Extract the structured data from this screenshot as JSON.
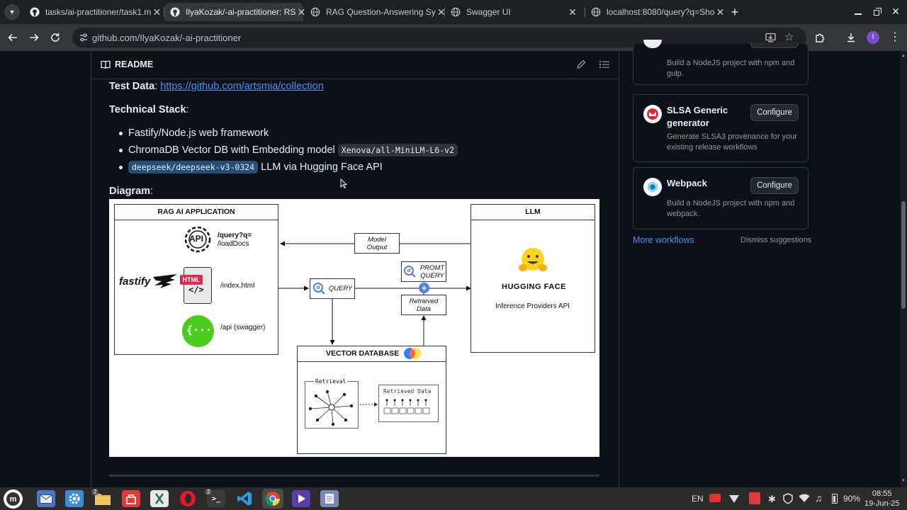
{
  "browser": {
    "tabs": [
      {
        "title": "tasks/ai-practitioner/task1.m",
        "active": false
      },
      {
        "title": "IlyaKozak/-ai-practitioner: RS",
        "active": true
      },
      {
        "title": "RAG Question-Answering Sy",
        "active": false
      },
      {
        "title": "Swagger UI",
        "active": false
      },
      {
        "title": "localhost:8080/query?q=Sho",
        "active": false
      }
    ],
    "url": "github.com/IlyaKozak/-ai-practitioner",
    "profile_initial": "I"
  },
  "readme": {
    "header_label": "README",
    "test_data_label": "Test Data",
    "test_data_link": "https://github.com/artsmia/collection",
    "stack_label": "Technical Stack",
    "stack_items": [
      {
        "text": "Fastify/Node.js web framework"
      },
      {
        "text": "ChromaDB Vector DB with Embedding model",
        "code": "Xenova/all-MiniLM-L6-v2"
      },
      {
        "code": "deepseek/deepseek-v3-0324",
        "text": "LLM via Hugging Face API"
      }
    ],
    "diagram_label": "Diagram"
  },
  "diagram": {
    "rag_title": "RAG AI APPLICATION",
    "api_icon_text": "API",
    "route_query": "/query?q=",
    "route_load": "/loadDocs",
    "fastify_logo": "fastify",
    "html_badge": "HTML",
    "route_index": "/index.html",
    "route_swagger": "/api (swagger)",
    "model_output_line1": "Model",
    "model_output_line2": "Output",
    "query_label": "QUERY",
    "promt_line1": "PROMT",
    "promt_line2": "QUERY",
    "retrieved_line1": "Retrieved",
    "retrieved_line2": "Data",
    "llm_title": "LLM",
    "hugging_face": "HUGGING FACE",
    "inference": "Inference Providers API",
    "vector_title": "VECTOR DATABASE",
    "retrieval_label": "Retrieval",
    "retrieved_data_label": "Retrieved Data"
  },
  "workflows": {
    "card0": {
      "desc_line1": "Build a NodeJS project with npm and",
      "desc_line2": "gulp."
    },
    "card1": {
      "title_line1": "SLSA Generic",
      "title_line2": "generator",
      "desc_line1": "Generate SLSA3 provenance for your",
      "desc_line2": "existing release workflows",
      "button": "Configure"
    },
    "card2": {
      "title": "Webpack",
      "desc_line1": "Build a NodeJS project with npm and",
      "desc_line2": "webpack.",
      "button": "Configure"
    },
    "more": "More workflows",
    "dismiss": "Dismiss suggestions"
  },
  "taskbar": {
    "badge_files": "2",
    "badge_terminal": "2",
    "lang": "EN",
    "battery": "90%",
    "time": "08:55",
    "date": "19-Jun-25"
  },
  "colors": {
    "accent_link": "#4493f8",
    "page_bg": "#0d1117",
    "border": "#30363d"
  }
}
